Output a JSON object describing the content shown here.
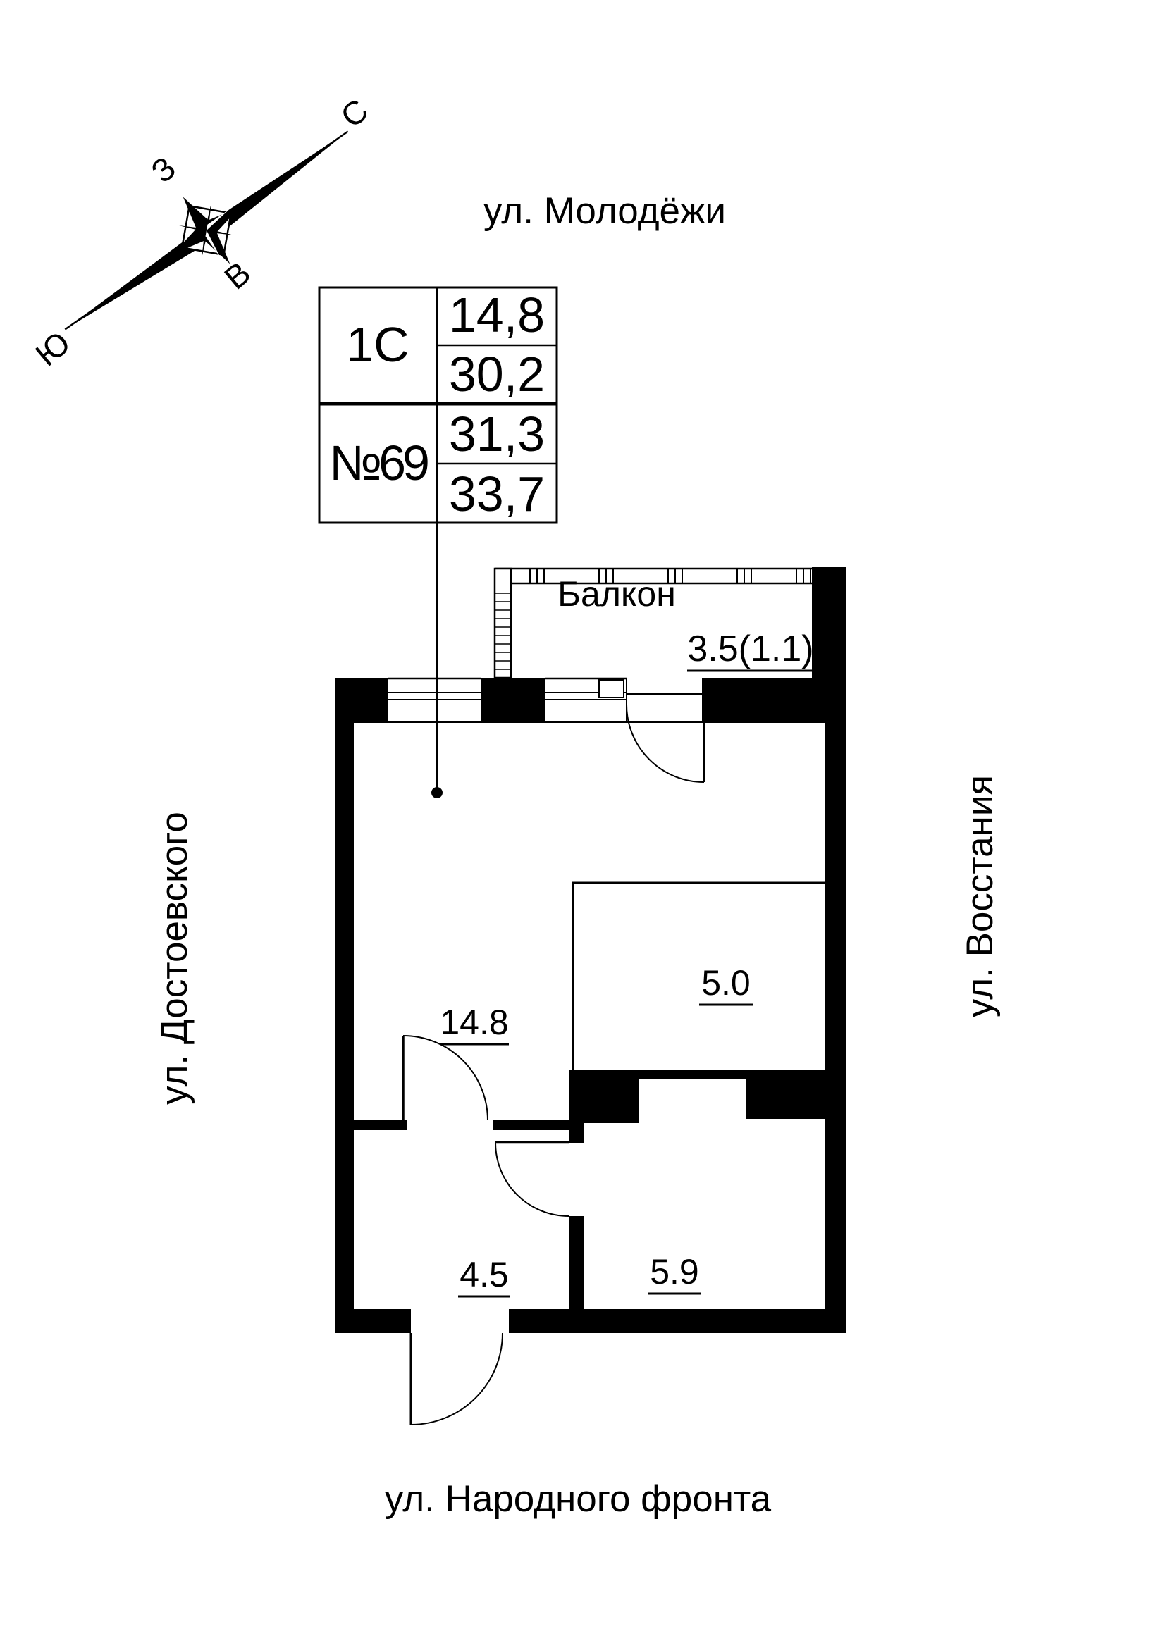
{
  "streets": {
    "top": "ул. Молодёжи",
    "left": "ул. Достоевского",
    "right": "ул. Восстания",
    "bottom": "ул. Народного фронта"
  },
  "compass": {
    "north": "С",
    "west": "З",
    "east": "В",
    "south": "Ю"
  },
  "info_table": {
    "plan_type": "1С",
    "value_row1": "14,8",
    "value_row2": "30,2",
    "apartment_number": "№69",
    "value_row3": "31,3",
    "value_row4": "33,7"
  },
  "rooms": [
    {
      "name": "Балкон",
      "area": "3.5(1.1)"
    },
    {
      "area": "14.8"
    },
    {
      "area": "5.0"
    },
    {
      "area": "4.5"
    },
    {
      "area": "5.9"
    }
  ],
  "colors": {
    "ink": "#000000",
    "paper": "#ffffff"
  }
}
